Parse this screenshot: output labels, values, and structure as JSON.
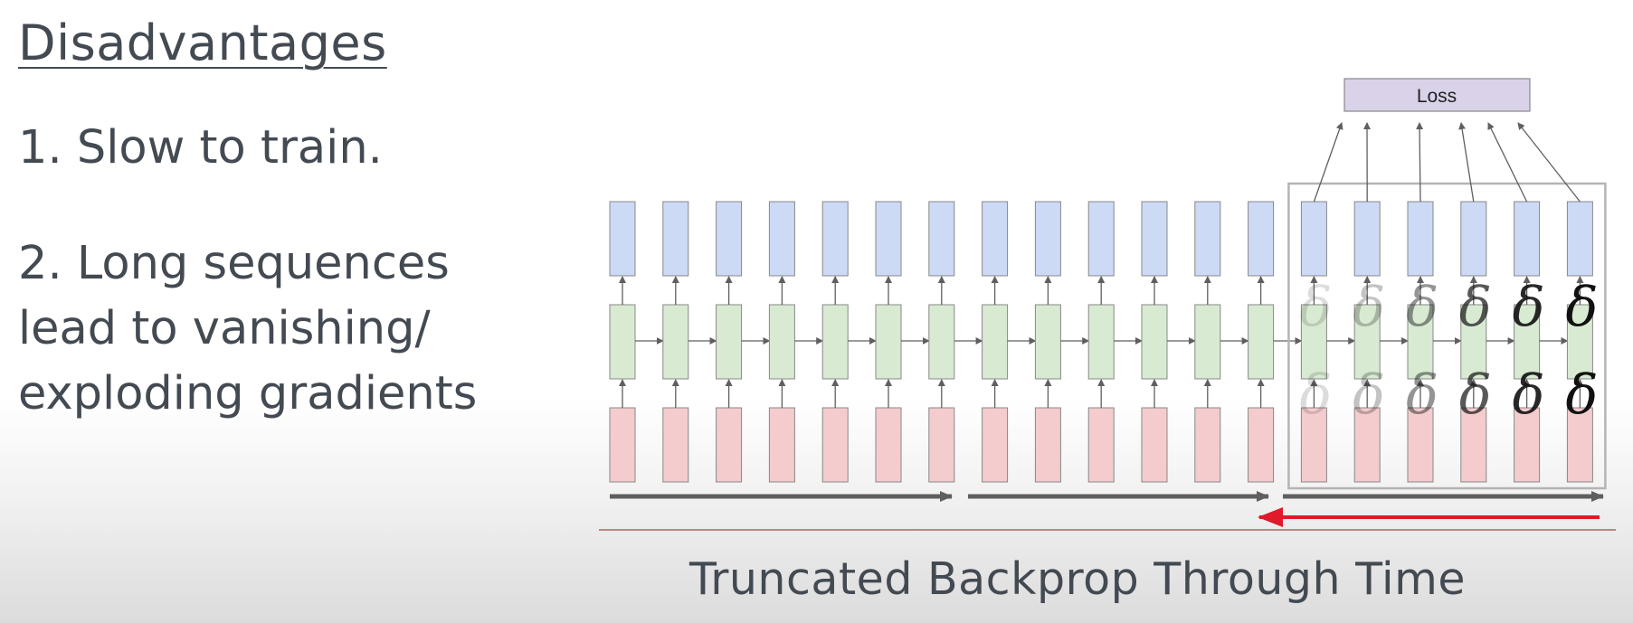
{
  "slide": {
    "heading": "Disadvantages",
    "points": [
      "1. Slow to train.",
      "2. Long sequences lead to vanishing/ exploding gradients"
    ],
    "caption": "Truncated Backprop Through Time"
  },
  "diagram": {
    "loss_label": "Loss",
    "delta_symbol": "δ",
    "timesteps": 19,
    "truncation_window_timesteps": 6,
    "forward_segments": 3,
    "colors": {
      "output_cell": "#ccdaf6",
      "hidden_cell": "#d9ead3",
      "input_cell": "#f4ccce",
      "loss_box": "#d9d2e9",
      "arrow": "#5f5f5f",
      "backward_arrow": "#e0192b",
      "divider": "#a04848"
    },
    "delta_opacity": [
      0.15,
      0.25,
      0.45,
      0.7,
      0.9,
      1.0
    ]
  }
}
